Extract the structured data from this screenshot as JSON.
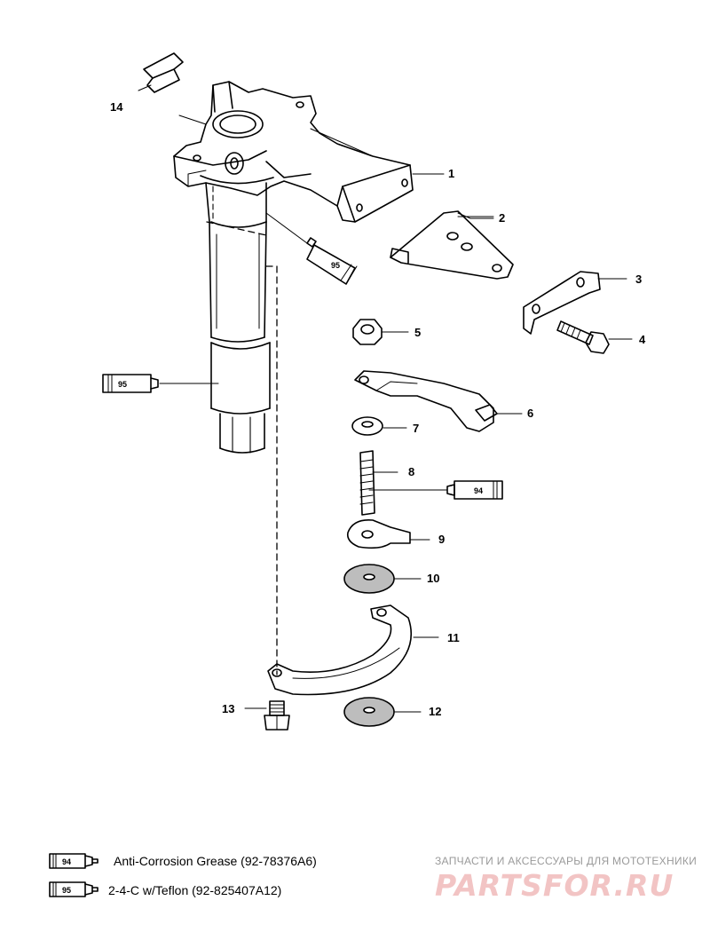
{
  "callouts": {
    "c1": "1",
    "c2": "2",
    "c3": "3",
    "c4": "4",
    "c5": "5",
    "c6": "6",
    "c7": "7",
    "c8": "8",
    "c9": "9",
    "c10": "10",
    "c11": "11",
    "c12": "12",
    "c13": "13",
    "c14": "14"
  },
  "tubes": {
    "t95a": "95",
    "t95b": "95",
    "t94": "94"
  },
  "legend": [
    {
      "code": "94",
      "text": "Anti-Corrosion Grease (92-78376A6)"
    },
    {
      "code": "95",
      "text": "2-4-C w/Teflon (92-825407A12)"
    }
  ],
  "watermark": {
    "tagline": "ЗАПЧАСТИ И АКСЕССУАРЫ ДЛЯ МОТОТЕХНИКИ",
    "logo": "PARTSFOR.RU"
  },
  "colors": {
    "line": "#000000",
    "watermark_logo": "#f2c4c4",
    "watermark_text": "#9a9a9a"
  }
}
